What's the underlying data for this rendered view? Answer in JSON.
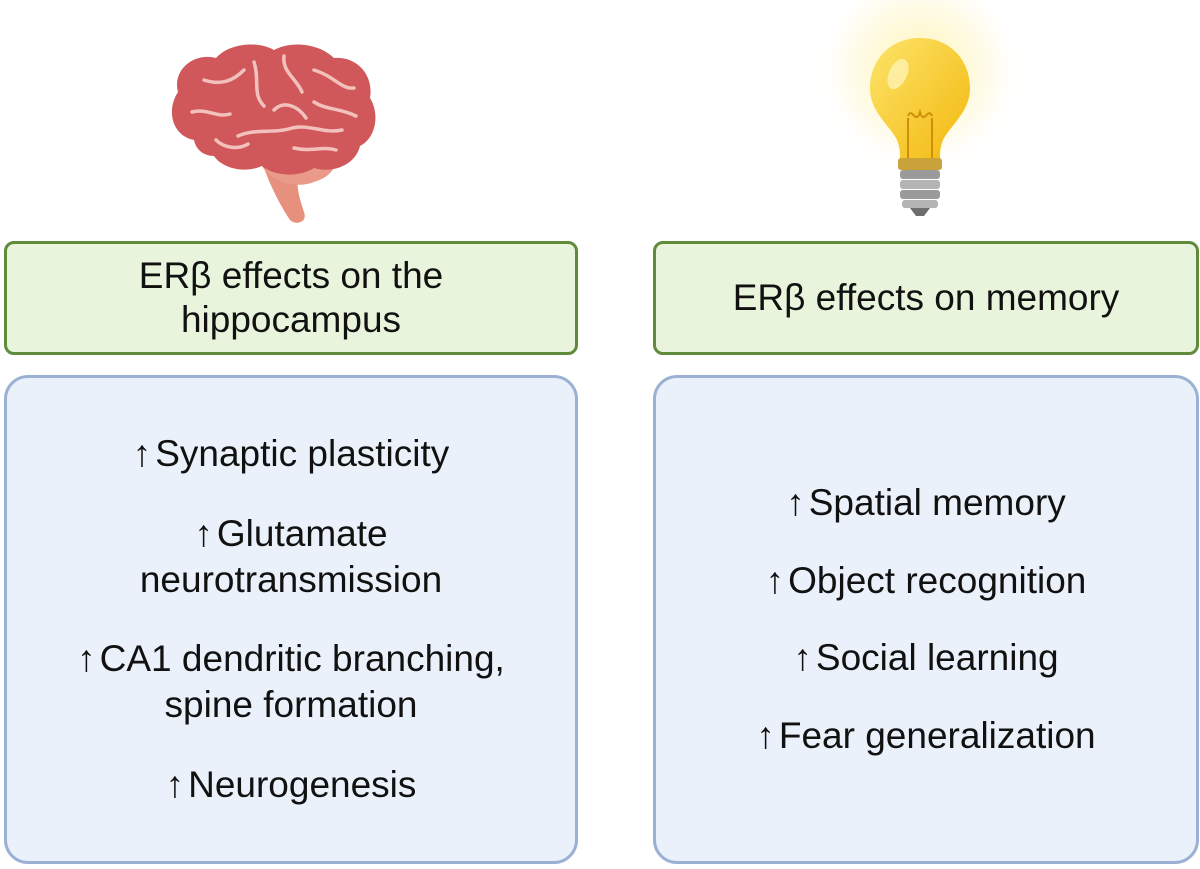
{
  "left": {
    "icon": "brain-icon",
    "title": "ERβ effects on the hippocampus",
    "title_lines": [
      "ERβ effects on the",
      "hippocampus"
    ],
    "items": [
      {
        "arrow": "↑",
        "lines": [
          "Synaptic plasticity"
        ]
      },
      {
        "arrow": "↑",
        "lines": [
          "Glutamate",
          "neurotransmission"
        ]
      },
      {
        "arrow": "↑",
        "lines": [
          "CA1 dendritic branching,",
          "spine formation"
        ]
      },
      {
        "arrow": "↑",
        "lines": [
          "Neurogenesis"
        ]
      }
    ]
  },
  "right": {
    "icon": "lightbulb-icon",
    "title": "ERβ effects on memory",
    "items": [
      {
        "arrow": "↑",
        "lines": [
          "Spatial memory"
        ]
      },
      {
        "arrow": "↑",
        "lines": [
          "Object recognition"
        ]
      },
      {
        "arrow": "↑",
        "lines": [
          "Social learning"
        ]
      },
      {
        "arrow": "↑",
        "lines": [
          "Fear generalization"
        ]
      }
    ]
  },
  "colors": {
    "header_fill": "#e8f4db",
    "header_border": "#5f8b3a",
    "panel_fill": "#eaf1fa",
    "panel_border": "#9bb1d4",
    "brain": "#d0585a",
    "brainstem": "#e8907e",
    "bulb": "#f5c518"
  }
}
